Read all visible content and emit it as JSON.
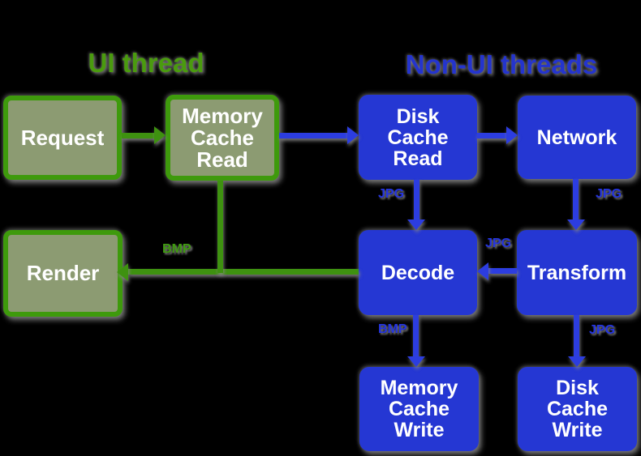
{
  "diagram": {
    "titles": {
      "ui": "UI thread",
      "non_ui": "Non-UI threads"
    },
    "nodes": {
      "request": {
        "lines": [
          "Request"
        ]
      },
      "memory_cache_read": {
        "lines": [
          "Memory",
          "Cache",
          "Read"
        ]
      },
      "render": {
        "lines": [
          "Render"
        ]
      },
      "disk_cache_read": {
        "lines": [
          "Disk",
          "Cache",
          "Read"
        ]
      },
      "network": {
        "lines": [
          "Network"
        ]
      },
      "decode": {
        "lines": [
          "Decode"
        ]
      },
      "transform": {
        "lines": [
          "Transform"
        ]
      },
      "memory_cache_write": {
        "lines": [
          "Memory",
          "Cache",
          "Write"
        ]
      },
      "disk_cache_write": {
        "lines": [
          "Disk",
          "Cache",
          "Write"
        ]
      }
    },
    "edge_labels": {
      "disk_cache_read_to_decode": "JPG",
      "network_to_transform": "JPG",
      "transform_to_decode": "JPG",
      "decode_to_render": "BMP",
      "decode_to_memory_cache_write": "BMP",
      "transform_to_disk_cache_write": "JPG"
    },
    "colors": {
      "background": "#000000",
      "green_title": "#4a9b0e",
      "green_line": "#3e9110",
      "green_box_fill": "#8c9b72",
      "green_box_border": "#3e9a0c",
      "blue_title": "#2434ce",
      "blue_box_fill": "#2537d3",
      "blue_line": "#2c3de0",
      "blue_label": "#2535e0",
      "green_label": "#3f9a10",
      "node_text": "#ffffff"
    }
  }
}
